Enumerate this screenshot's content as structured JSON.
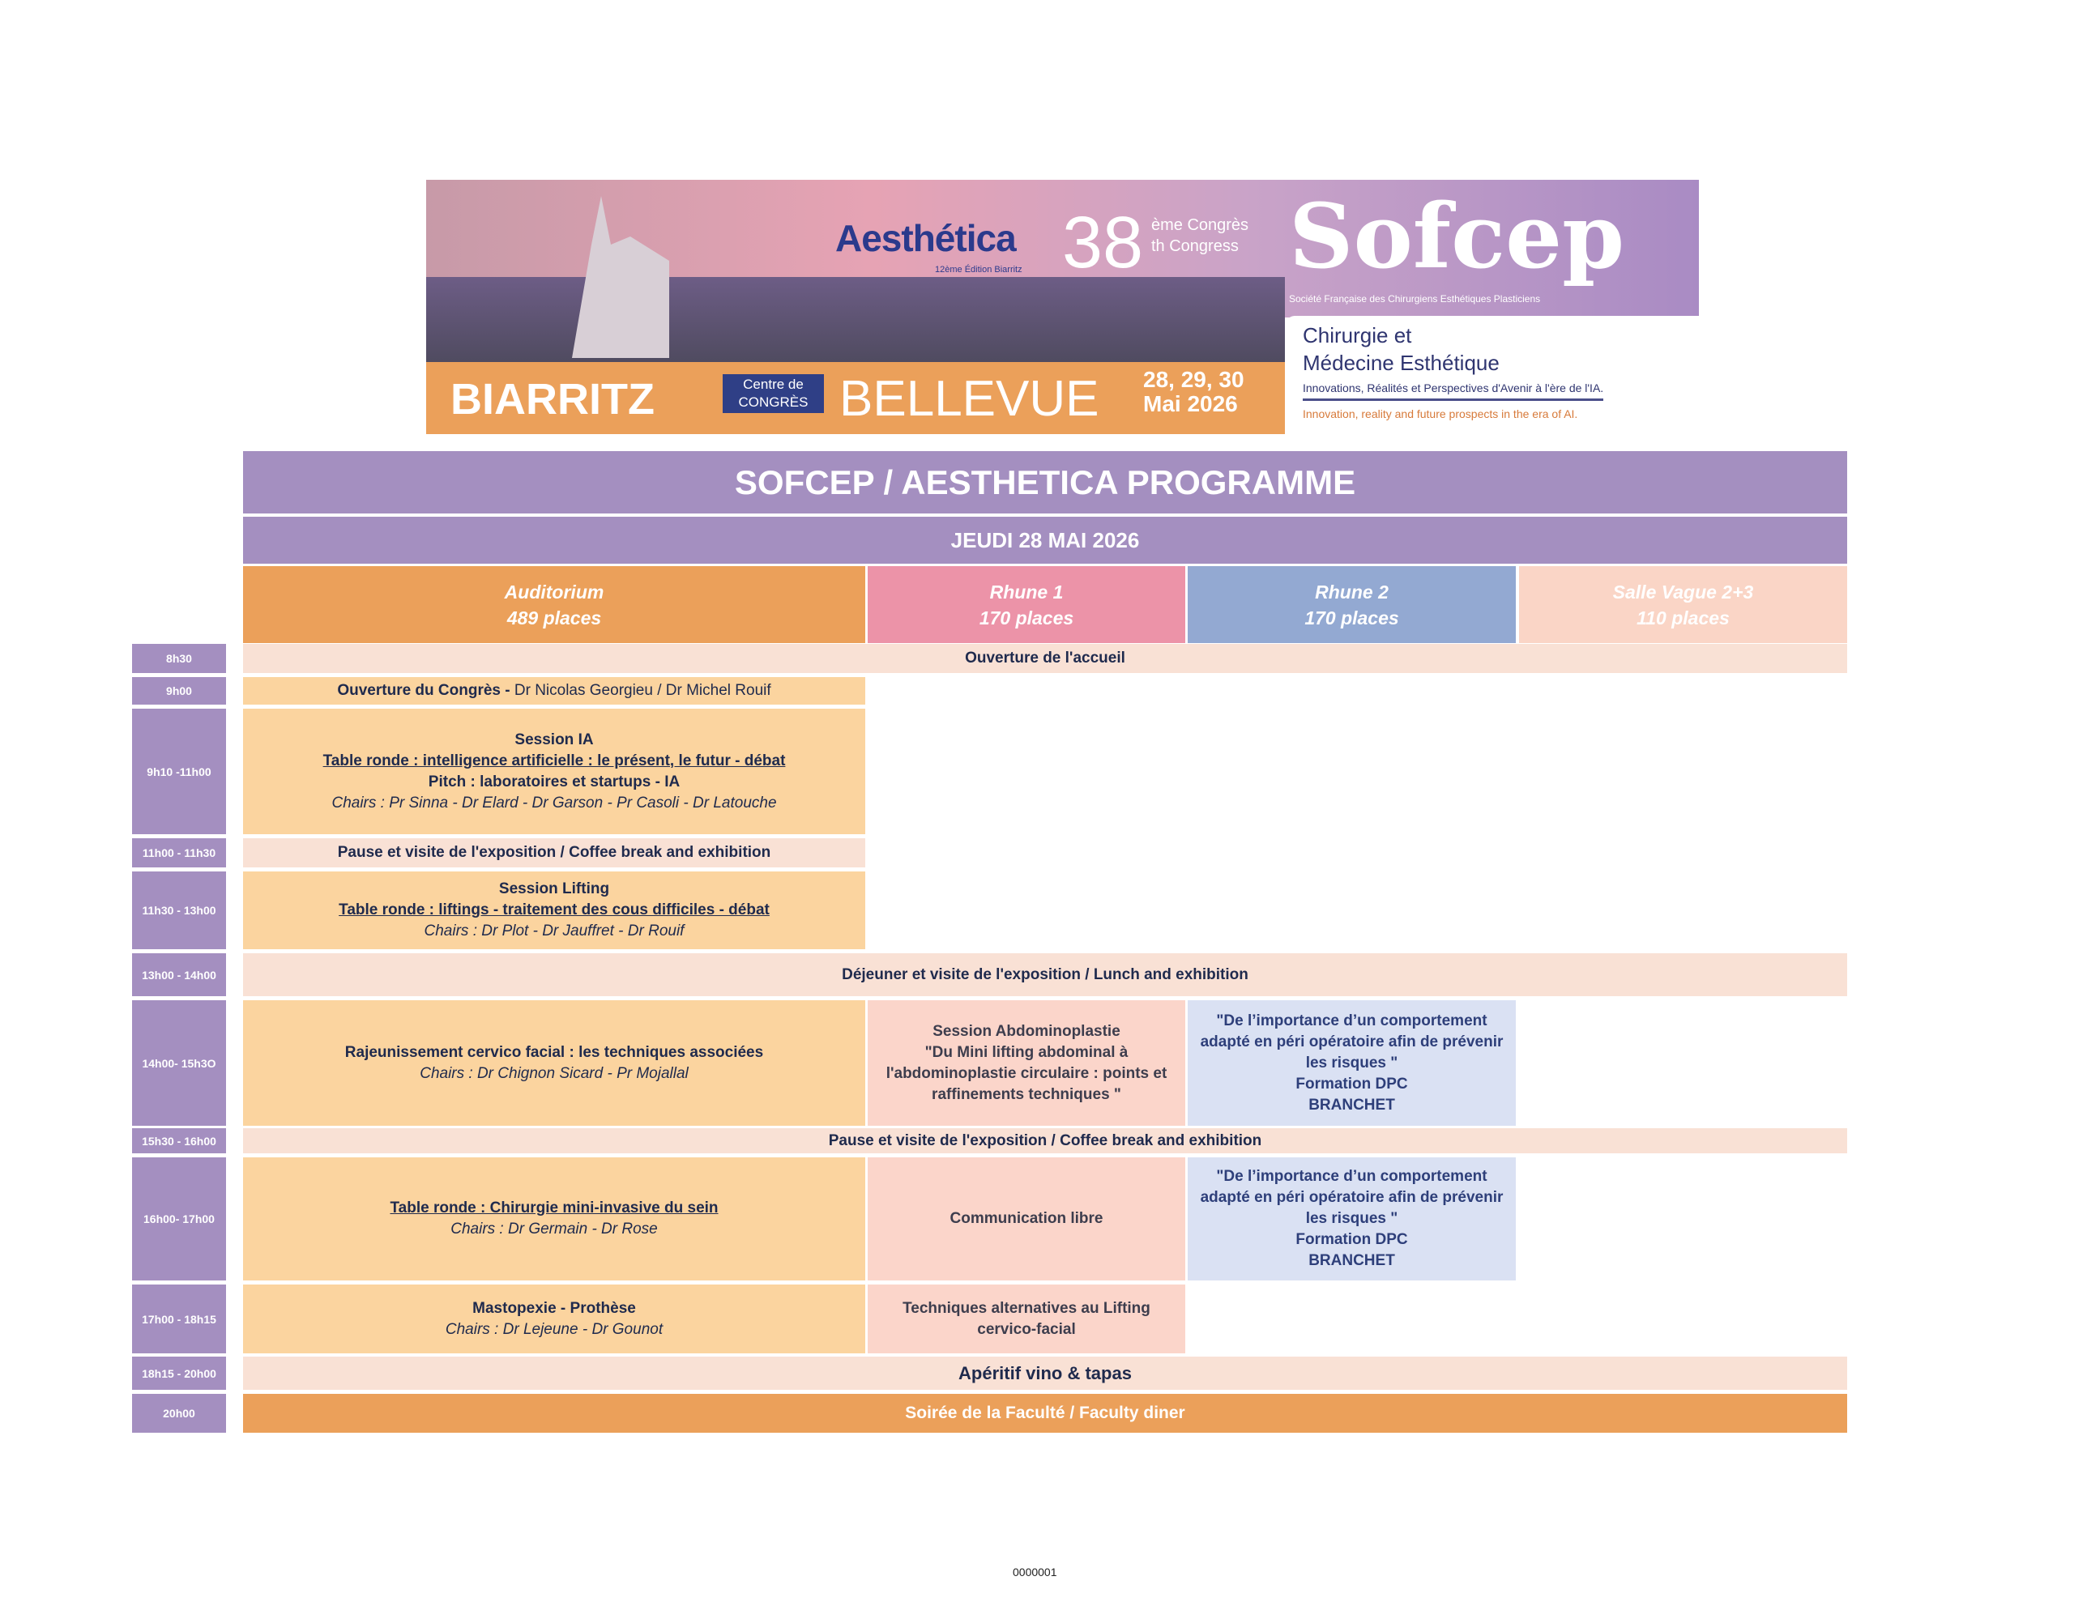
{
  "banner": {
    "aesthetica": "Aesthética",
    "edition": "12ème Édition Biarritz",
    "congress_number": "38",
    "congress_fr": "ème Congrès",
    "congress_en": "th Congress",
    "sofcep": "Sofcep",
    "sofcep_full": "Société Française des Chirurgiens Esthétiques Plasticiens",
    "city": "BIARRITZ",
    "venue_small_1": "Centre de",
    "venue_small_2": "CONGRÈS",
    "venue": "BELLEVUE",
    "dates_1": "28, 29, 30",
    "dates_2": "Mai 2026",
    "theme_1": "Chirurgie et",
    "theme_2": "Médecine Esthétique",
    "subtitle_fr": "Innovations, Réalités et Perspectives d'Avenir à l'ère de l'IA.",
    "subtitle_en": "Innovation, reality and future prospects in the era of AI."
  },
  "title": "SOFCEP / AESTHETICA PROGRAMME",
  "date": "JEUDI 28 MAI 2026",
  "rooms": [
    {
      "name": "Auditorium",
      "places": "489 places"
    },
    {
      "name": "Rhune 1",
      "places": "170 places"
    },
    {
      "name": "Rhune 2",
      "places": "170 places"
    },
    {
      "name": "Salle Vague 2+3",
      "places": "110 places"
    }
  ],
  "times": [
    "8h30",
    "9h00",
    "9h10 -11h00",
    "11h00 - 11h30",
    "11h30  - 13h00",
    "13h00 - 14h00",
    "14h00- 15h3O",
    "15h30 - 16h00",
    "16h00- 17h00",
    "17h00 - 18h15",
    "18h15 - 20h00",
    "20h00"
  ],
  "sessions": {
    "accueil": "Ouverture de l'accueil",
    "opening_bold": "Ouverture du Congrès - ",
    "opening_names": "Dr Nicolas Georgieu / Dr Michel Rouif",
    "ia_title": "Session IA",
    "ia_round": "Table ronde : intelligence artificielle : le présent, le futur -  débat",
    "ia_pitch": "Pitch : laboratoires et startups - IA",
    "ia_chairs": "Chairs : Pr Sinna - Dr Elard - Dr Garson - Pr Casoli - Dr Latouche",
    "break1": "Pause et visite de l'exposition / Coffee break and exhibition",
    "lifting_title": "Session Lifting",
    "lifting_round": "Table ronde : liftings - traitement des cous difficiles - débat",
    "lifting_chairs": "Chairs : Dr Plot - Dr Jauffret - Dr Rouif",
    "lunch": "Déjeuner et visite de l'exposition / Lunch and exhibition",
    "rajeun_title": "Rajeunissement cervico facial : les techniques associées",
    "rajeun_chairs": "Chairs : Dr Chignon Sicard  - Pr Mojallal",
    "abdo_title": "Session Abdominoplastie",
    "abdo_text": "\"Du Mini lifting abdominal à l'abdominoplastie circulaire : points et raffinements techniques \"",
    "dpc_text": "\"De l’importance d’un comportement adapté en péri opératoire afin de prévenir les risques \"",
    "dpc_label": "Formation DPC",
    "dpc_org": "BRANCHET",
    "break2": "Pause et visite de l'exposition / Coffee break and exhibition",
    "sein_round": "Table ronde : Chirurgie mini-invasive du sein",
    "sein_chairs": "Chairs : Dr Germain - Dr Rose",
    "comm": "Communication libre",
    "masto_title": "Mastopexie - Prothèse",
    "masto_chairs": "Chairs : Dr Lejeune - Dr Gounot",
    "tech_alt": "Techniques alternatives au Lifting cervico-facial",
    "aperitif": "Apéritif vino & tapas",
    "soiree": "Soirée de la Faculté / Faculty diner"
  },
  "footer": "0000001"
}
